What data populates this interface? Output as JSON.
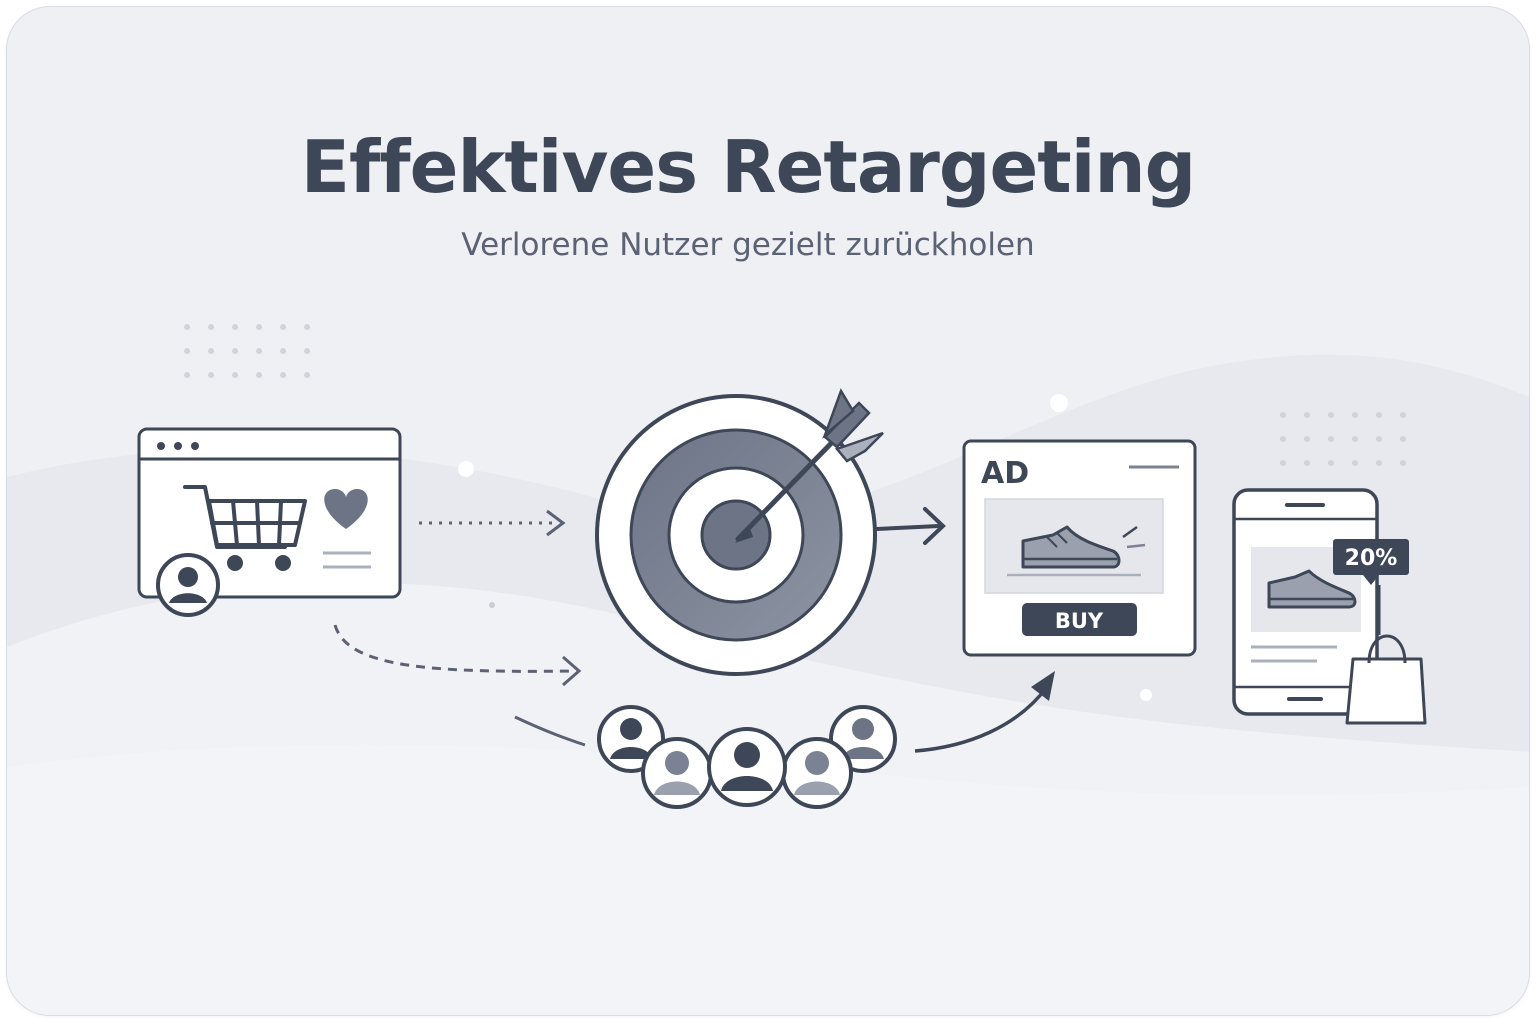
{
  "header": {
    "title": "Effektives Retargeting",
    "subtitle": "Verlorene Nutzer gezielt zurückholen"
  },
  "ad_card": {
    "tag": "AD",
    "button_label": "BUY"
  },
  "phone": {
    "discount_badge": "20%"
  },
  "colors": {
    "background": "#eef0f4",
    "ink": "#3e4757",
    "muted": "#7a8293",
    "light_fill": "#c9cdd6"
  },
  "icons": {
    "website": "browser-window-icon",
    "cart": "shopping-cart-icon",
    "favorite": "heart-icon",
    "visitor": "user-avatar-icon",
    "target": "bullseye-target-icon",
    "arrow": "dart-arrow-icon",
    "audience": "user-group-icon",
    "advert": "ad-banner-icon",
    "product": "sneaker-icon",
    "mobile": "smartphone-icon",
    "bag": "shopping-bag-icon"
  }
}
